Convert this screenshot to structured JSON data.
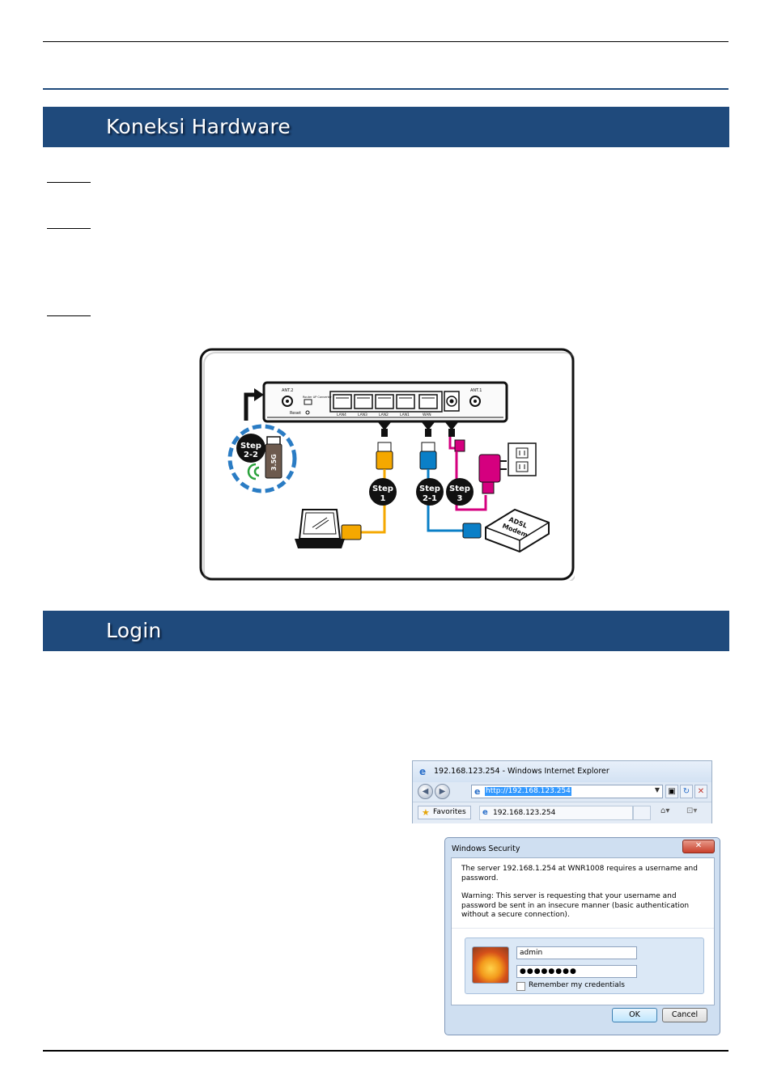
{
  "sections": [
    {
      "title": "Koneksi Hardware"
    },
    {
      "title": "Login"
    }
  ],
  "diagram": {
    "router_labels": {
      "ant2": "ANT.2",
      "ant1": "ANT.1",
      "reset": "Reset",
      "switch": "Router  AP  Converter",
      "lan4": "LAN4",
      "lan3": "LAN3",
      "lan2": "LAN2",
      "lan1": "LAN1",
      "wan": "WAN"
    },
    "steps": [
      {
        "line1": "Step",
        "line2": "1"
      },
      {
        "line1": "Step",
        "line2": "2-1"
      },
      {
        "line1": "Step",
        "line2": "3"
      },
      {
        "line1": "Step",
        "line2": "2-2"
      }
    ],
    "usb_label": "3.5G",
    "modem_label_1": "ADSL",
    "modem_label_2": "Modem",
    "colors": {
      "orange": "#f5a800",
      "blue": "#0a7fc7",
      "magenta": "#d5007f",
      "step_dash": "#2a7cc4"
    }
  },
  "browser": {
    "title": "192.168.123.254 - Windows Internet Explorer",
    "address": "http://192.168.123.254",
    "favorites_label": "Favorites",
    "tab_label": "192.168.123.254",
    "icons": [
      "ie-logo-icon",
      "back-icon",
      "forward-icon",
      "refresh-icon",
      "stop-icon",
      "favorites-star-icon",
      "home-icon",
      "feeds-icon"
    ]
  },
  "security_dialog": {
    "title": "Windows Security",
    "message": "The server 192.168.1.254 at WNR1008 requires a username and password.",
    "warning": "Warning: This server is requesting that your username and password be sent in an insecure manner (basic authentication without a secure connection).",
    "username": "admin",
    "password": "●●●●●●●●",
    "remember_label": "Remember my credentials",
    "ok_label": "OK",
    "cancel_label": "Cancel",
    "close_label": "✕"
  }
}
